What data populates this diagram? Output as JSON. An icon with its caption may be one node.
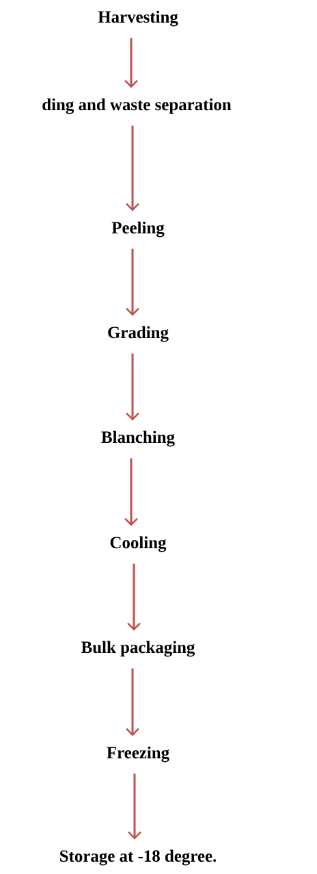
{
  "diagram": {
    "nodes": [
      {
        "text": [
          "Harvesting"
        ]
      },
      {
        "text": [
          "ding and waste separation"
        ]
      },
      {
        "text": [
          "Peeling"
        ]
      },
      {
        "text": [
          "Grading"
        ]
      },
      {
        "text": [
          "Blanching"
        ]
      },
      {
        "text": [
          "Cooling"
        ]
      },
      {
        "text": [
          "Bulk packaging"
        ]
      },
      {
        "text": [
          "Freezing"
        ]
      },
      {
        "text": [
          "Storage at -18 degree."
        ]
      }
    ],
    "edges": [
      {
        "from": 0,
        "to": 1,
        "arrow": "to"
      },
      {
        "from": 1,
        "to": 2,
        "arrow": "to"
      },
      {
        "from": 2,
        "to": 3,
        "arrow": "to"
      },
      {
        "from": 3,
        "to": 4,
        "arrow": "to"
      },
      {
        "from": 4,
        "to": 5,
        "arrow": "to"
      },
      {
        "from": 5,
        "to": 6,
        "arrow": "to"
      },
      {
        "from": 6,
        "to": 7,
        "arrow": "to"
      },
      {
        "from": 7,
        "to": 8,
        "arrow": "to"
      }
    ]
  }
}
